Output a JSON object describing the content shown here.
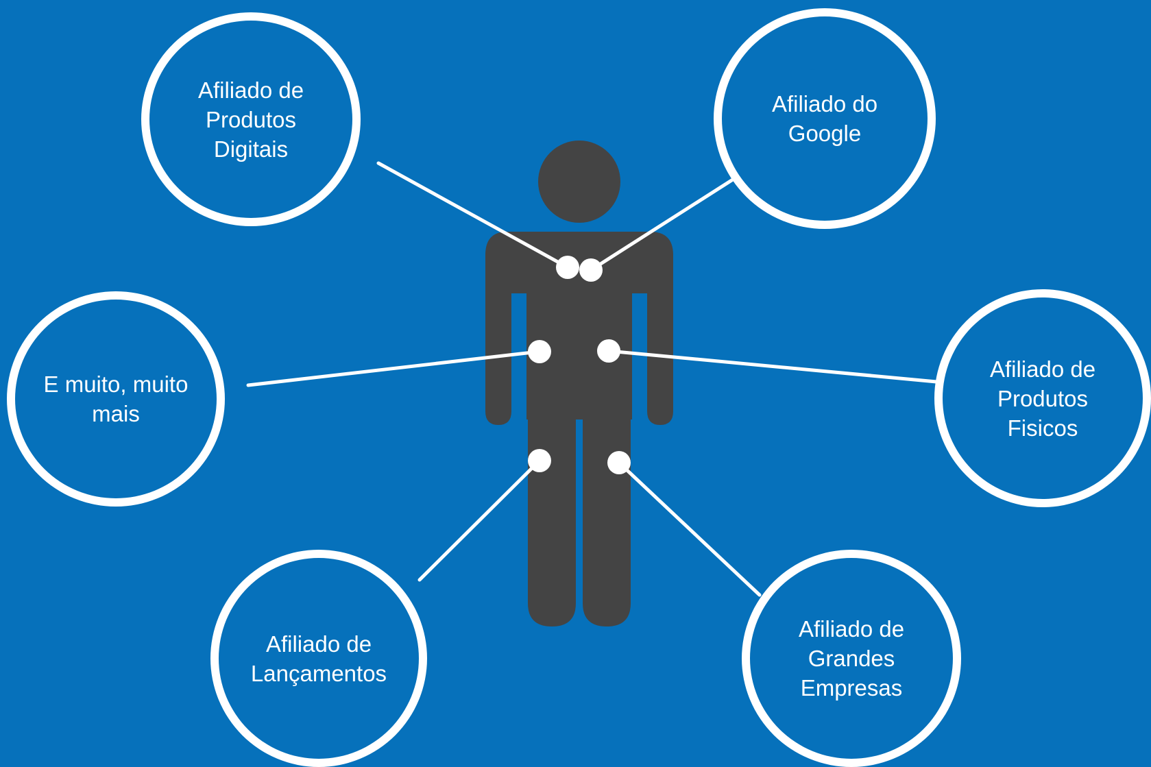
{
  "colors": {
    "background": "#0671bb",
    "figure": "#444444",
    "ring": "#ffffff",
    "connector": "#ffffff",
    "text": "#ffffff"
  },
  "figure": {
    "icon": "person-icon"
  },
  "bubbles": [
    {
      "id": "digital",
      "label": "Afiliado de\nProdutos\nDigitais"
    },
    {
      "id": "google",
      "label": "Afiliado do\nGoogle"
    },
    {
      "id": "more",
      "label": "E muito, muito\nmais"
    },
    {
      "id": "physical",
      "label": "Afiliado de\nProdutos\nFisicos"
    },
    {
      "id": "launches",
      "label": "Afiliado de\nLançamentos"
    },
    {
      "id": "companies",
      "label": "Afiliado de\nGrandes\nEmpresas"
    }
  ]
}
